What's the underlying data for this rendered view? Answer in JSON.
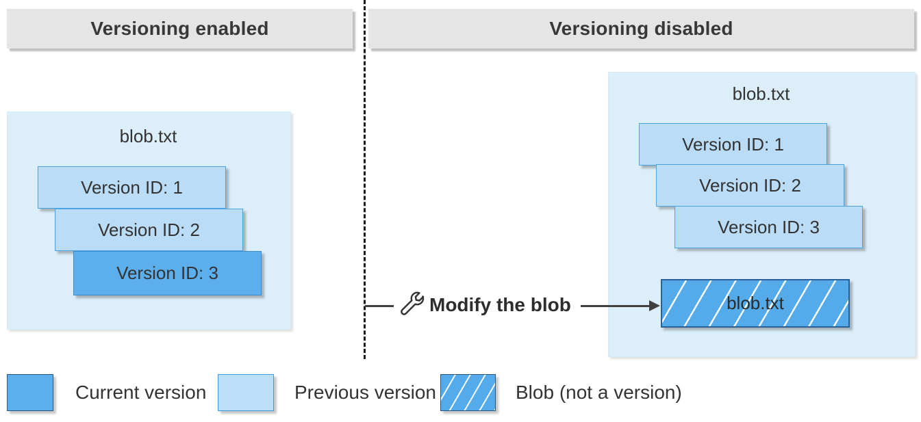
{
  "headers": {
    "left": "Versioning enabled",
    "right": "Versioning disabled"
  },
  "left_panel": {
    "blob_title": "blob.txt",
    "versions": [
      {
        "label": "Version ID: 1",
        "state": "previous"
      },
      {
        "label": "Version ID: 2",
        "state": "previous"
      },
      {
        "label": "Version ID: 3",
        "state": "current"
      }
    ]
  },
  "right_panel": {
    "blob_title": "blob.txt",
    "versions": [
      {
        "label": "Version ID: 1",
        "state": "previous"
      },
      {
        "label": "Version ID: 2",
        "state": "previous"
      },
      {
        "label": "Version ID: 3",
        "state": "previous"
      }
    ],
    "blob_box": {
      "label": "blob.txt",
      "state": "blob-not-a-version"
    }
  },
  "action": {
    "icon": "wrench-icon",
    "label": "Modify the blob"
  },
  "legend": {
    "items": [
      {
        "swatch": "current-version",
        "label": "Current version"
      },
      {
        "swatch": "previous-version",
        "label": "Previous version"
      },
      {
        "swatch": "blob-not-a-version",
        "label": "Blob (not a version)"
      }
    ]
  },
  "colors": {
    "current_version": "#5caeec",
    "previous_version": "#badcf6",
    "container_bg": "#dceefa",
    "header_bg": "#e5e5e5",
    "hatch_base": "#55abe9",
    "border_blue": "#4aa3e3",
    "border_navy": "#2a6099",
    "text": "#333333",
    "arrow": "#404040"
  }
}
